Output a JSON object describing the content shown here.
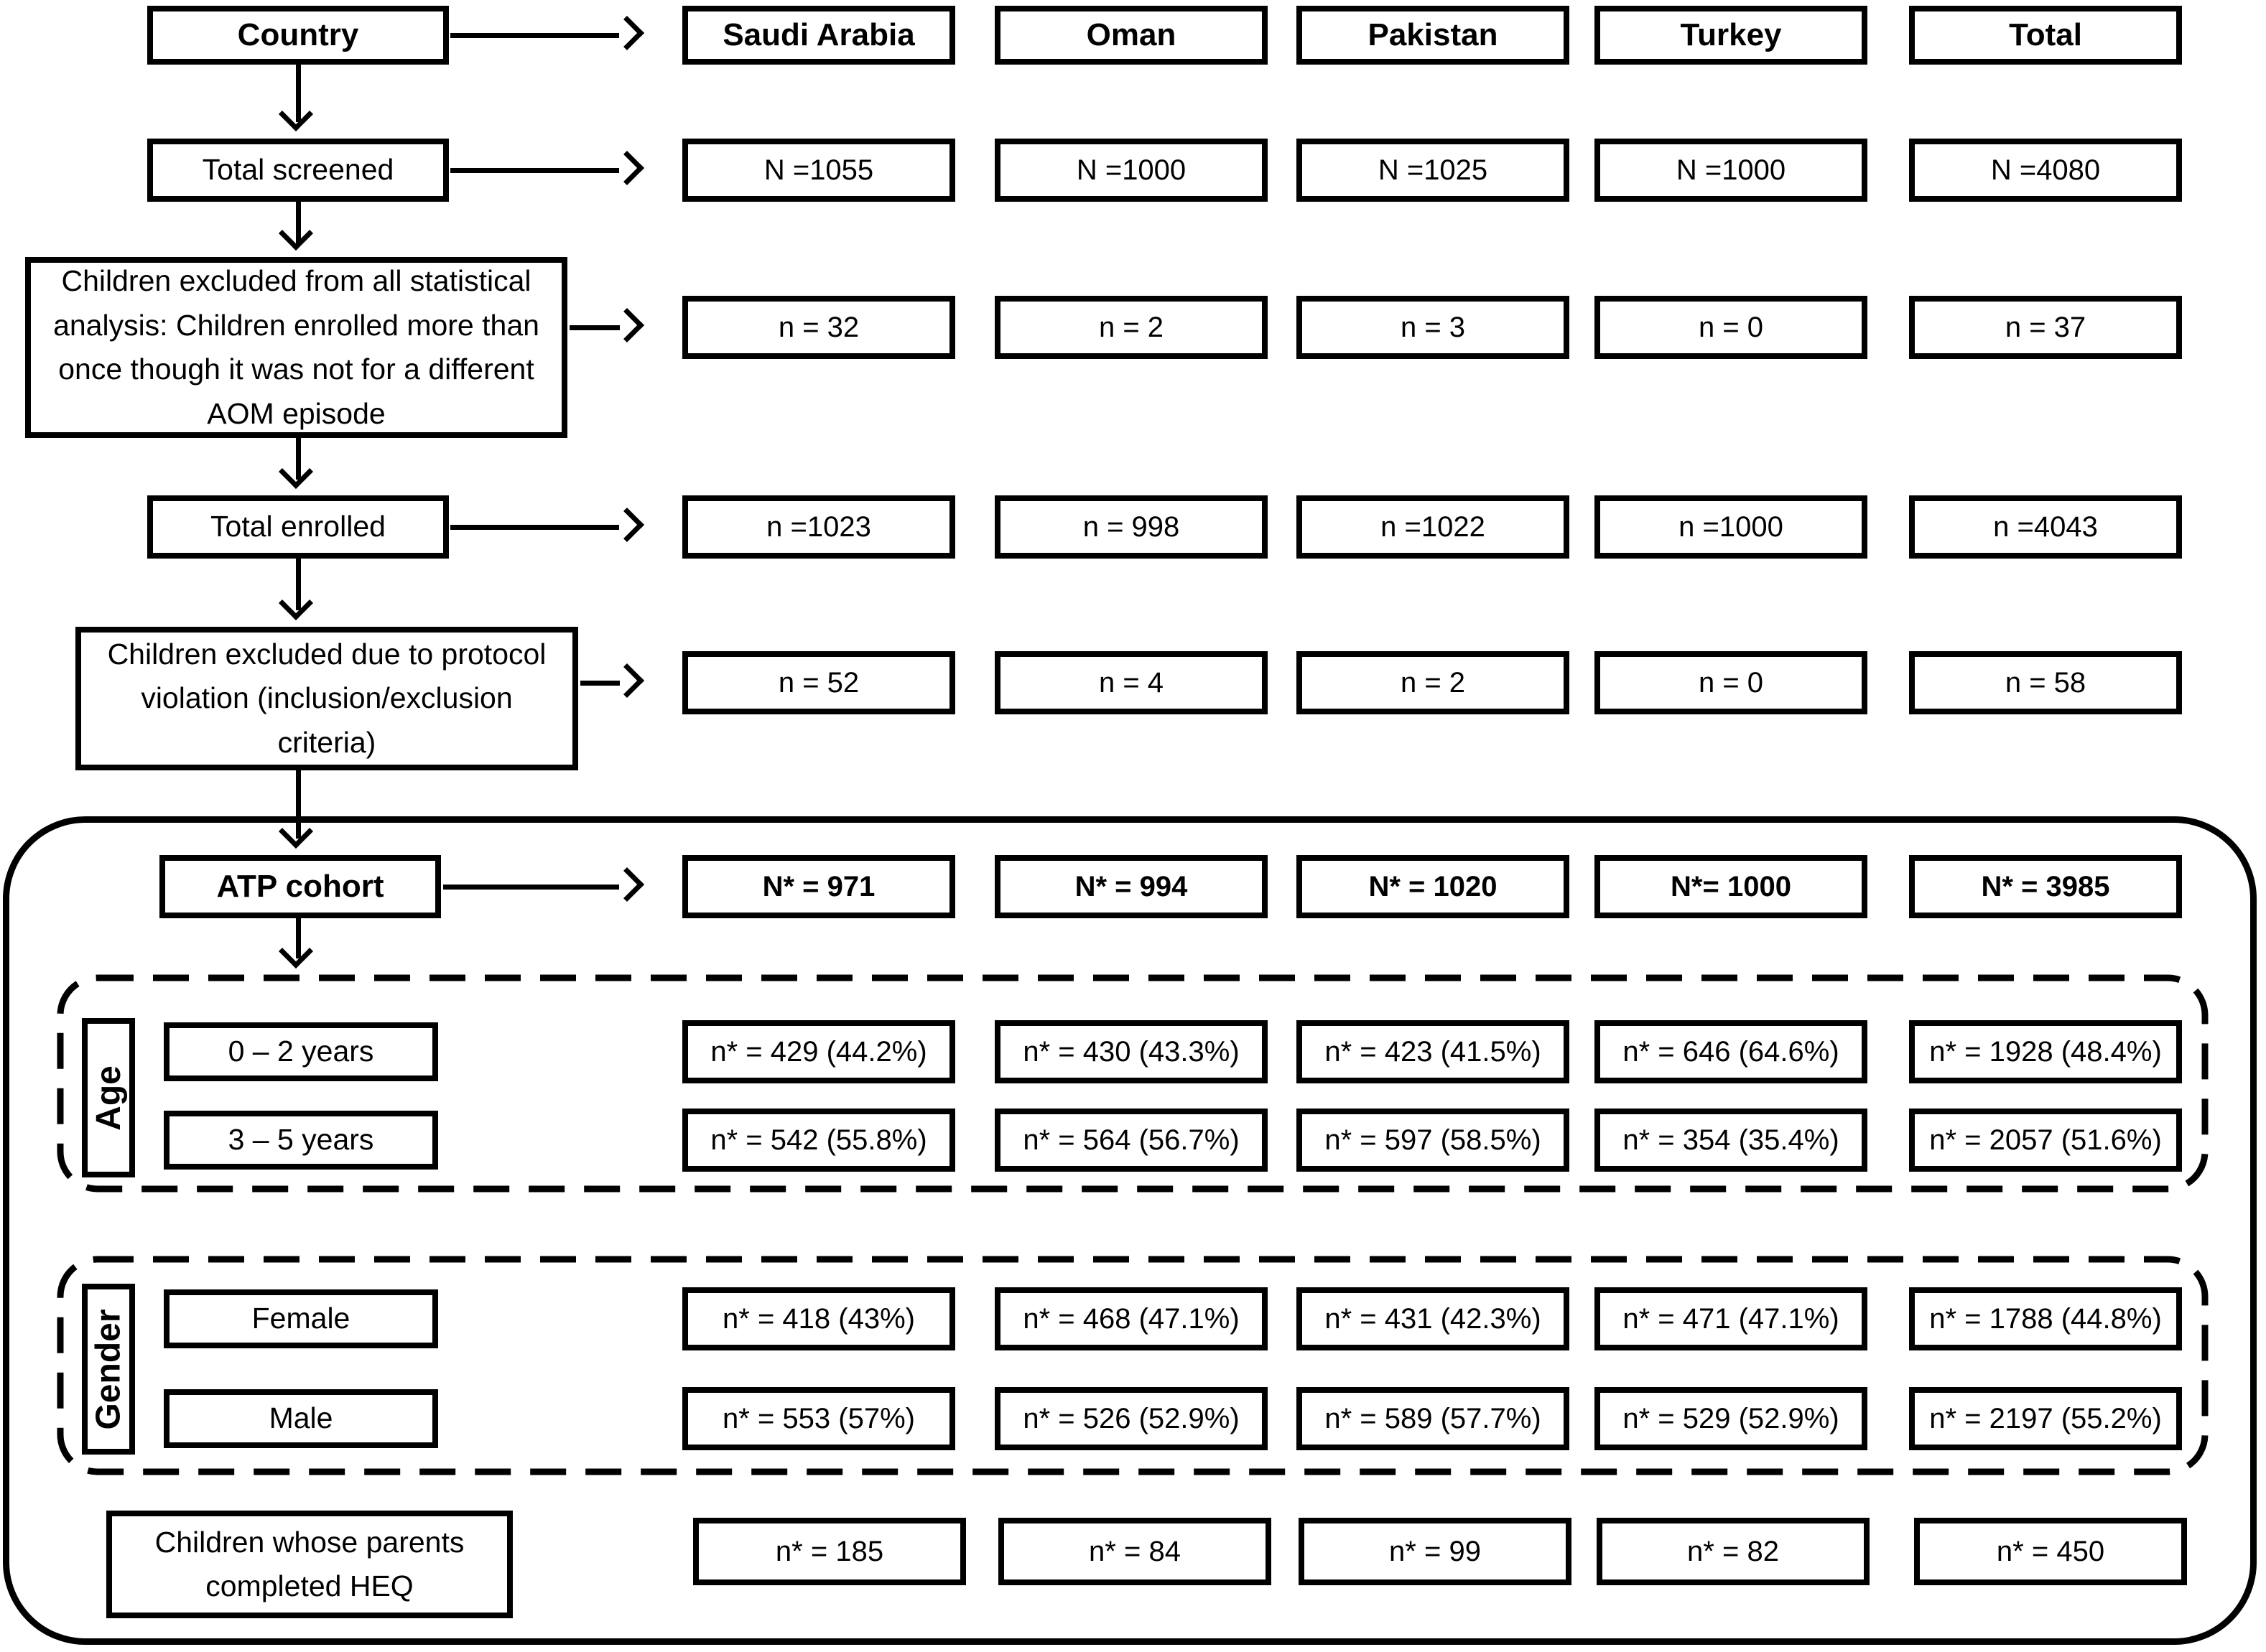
{
  "diagram": {
    "ink_color": "#000000",
    "background_color": "#ffffff",
    "header": {
      "label": "Country",
      "columns": [
        "Saudi Arabia",
        "Oman",
        "Pakistan",
        "Turkey",
        "Total"
      ]
    },
    "rows": [
      {
        "label": "Total screened",
        "values": [
          "N =1055",
          "N =1000",
          "N =1025",
          "N =1000",
          "N =4080"
        ]
      },
      {
        "label": "Children excluded from all statistical analysis: Children enrolled more than once though it was not for a different AOM episode",
        "values": [
          "n = 32",
          "n = 2",
          "n = 3",
          "n = 0",
          "n = 37"
        ]
      },
      {
        "label": "Total enrolled",
        "values": [
          "n =1023",
          "n = 998",
          "n =1022",
          "n =1000",
          "n =4043"
        ]
      },
      {
        "label": "Children excluded due to protocol violation (inclusion/exclusion criteria)",
        "values": [
          "n = 52",
          "n = 4",
          "n = 2",
          "n = 0",
          "n = 58"
        ]
      },
      {
        "label": "ATP cohort",
        "values": [
          "N* = 971",
          "N* = 994",
          "N* = 1020",
          "N*= 1000",
          "N* = 3985"
        ]
      }
    ],
    "age": {
      "label": "Age",
      "rows": [
        {
          "label": "0 – 2 years",
          "values": [
            "n* = 429 (44.2%)",
            "n* = 430 (43.3%)",
            "n* = 423 (41.5%)",
            "n* = 646 (64.6%)",
            "n* = 1928 (48.4%)"
          ]
        },
        {
          "label": "3 – 5 years",
          "values": [
            "n* = 542 (55.8%)",
            "n* = 564 (56.7%)",
            "n* = 597 (58.5%)",
            "n* = 354 (35.4%)",
            "n* = 2057 (51.6%)"
          ]
        }
      ]
    },
    "gender": {
      "label": "Gender",
      "rows": [
        {
          "label": "Female",
          "values": [
            "n* = 418 (43%)",
            "n* = 468 (47.1%)",
            "n* = 431 (42.3%)",
            "n* = 471 (47.1%)",
            "n* = 1788 (44.8%)"
          ]
        },
        {
          "label": "Male",
          "values": [
            "n* = 553 (57%)",
            "n* = 526 (52.9%)",
            "n* = 589 (57.7%)",
            "n* = 529 (52.9%)",
            "n* = 2197 (55.2%)"
          ]
        }
      ]
    },
    "heq": {
      "label": "Children whose parents completed HEQ",
      "values": [
        "n* = 185",
        "n* = 84",
        "n* = 99",
        "n* = 82",
        "n* = 450"
      ]
    }
  }
}
